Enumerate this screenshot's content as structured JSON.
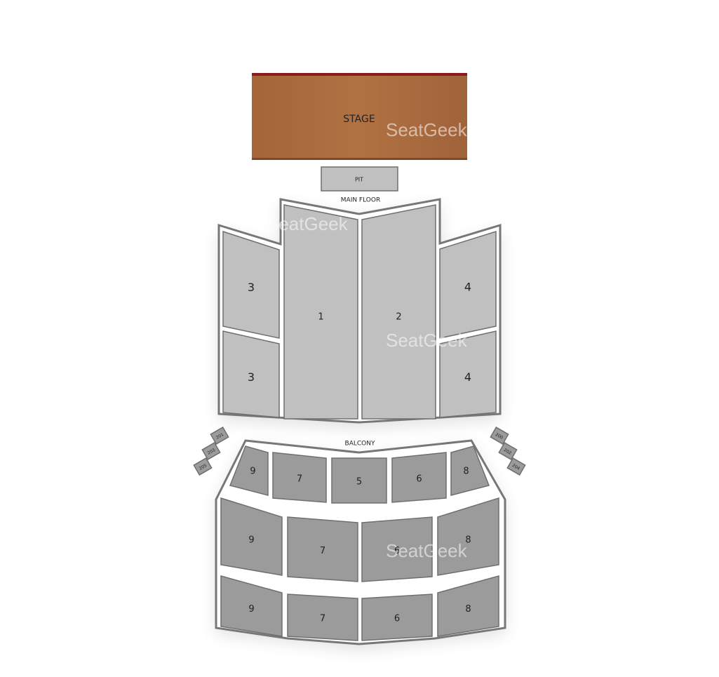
{
  "stage": {
    "label": "STAGE",
    "color": "#a8693a",
    "edge_color": "#8b1a1a"
  },
  "pit": {
    "label": "PIT"
  },
  "main_floor": {
    "label": "MAIN FLOOR",
    "color": "#c0c0c0",
    "sections": [
      "3",
      "3",
      "1",
      "2",
      "4",
      "4"
    ]
  },
  "balcony": {
    "label": "BALCONY",
    "color": "#9b9b9b",
    "sections": [
      "9",
      "7",
      "5",
      "6",
      "8",
      "9",
      "7",
      "6",
      "8",
      "9",
      "7",
      "6",
      "8"
    ],
    "boxes": [
      "201",
      "203",
      "205",
      "200",
      "202",
      "204"
    ]
  },
  "watermark": "SeatGeek"
}
